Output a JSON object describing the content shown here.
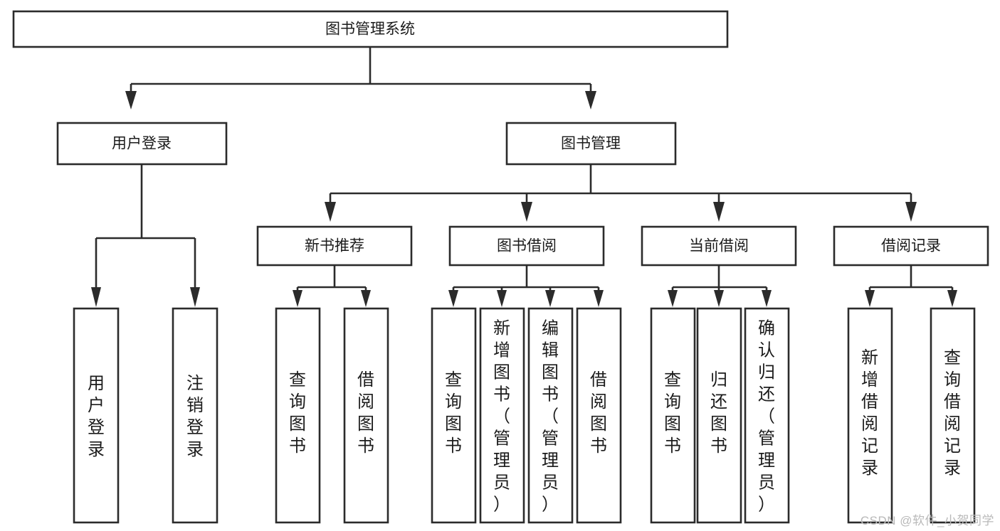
{
  "diagram": {
    "title": "图书管理系统",
    "type": "tree-hierarchy-diagram",
    "colors": {
      "box_stroke": "#2b2b2b",
      "box_fill": "#ffffff",
      "text": "#1b1b1b",
      "watermark": "#b9b9b9",
      "background": "#ffffff"
    },
    "root": {
      "label": "图书管理系统"
    },
    "level2": [
      {
        "label": "用户登录"
      },
      {
        "label": "图书管理"
      }
    ],
    "level3": [
      {
        "label": "新书推荐"
      },
      {
        "label": "图书借阅"
      },
      {
        "label": "当前借阅"
      },
      {
        "label": "借阅记录"
      }
    ],
    "leaves": {
      "user_login": [
        {
          "label": "用户登录"
        },
        {
          "label": "注销登录"
        }
      ],
      "new_book_recommend": [
        {
          "label": "查询图书"
        },
        {
          "label": "借阅图书"
        }
      ],
      "book_borrow": [
        {
          "label": "查询图书"
        },
        {
          "label": "新增图书（管理员）"
        },
        {
          "label": "编辑图书（管理员）"
        },
        {
          "label": "借阅图书"
        }
      ],
      "current_borrow": [
        {
          "label": "查询图书"
        },
        {
          "label": "归还图书"
        },
        {
          "label": "确认归还（管理员）"
        }
      ],
      "borrow_record": [
        {
          "label": "新增借阅记录"
        },
        {
          "label": "查询借阅记录"
        }
      ]
    }
  },
  "watermark": {
    "text": "CSDN @软件_小贺同学"
  }
}
